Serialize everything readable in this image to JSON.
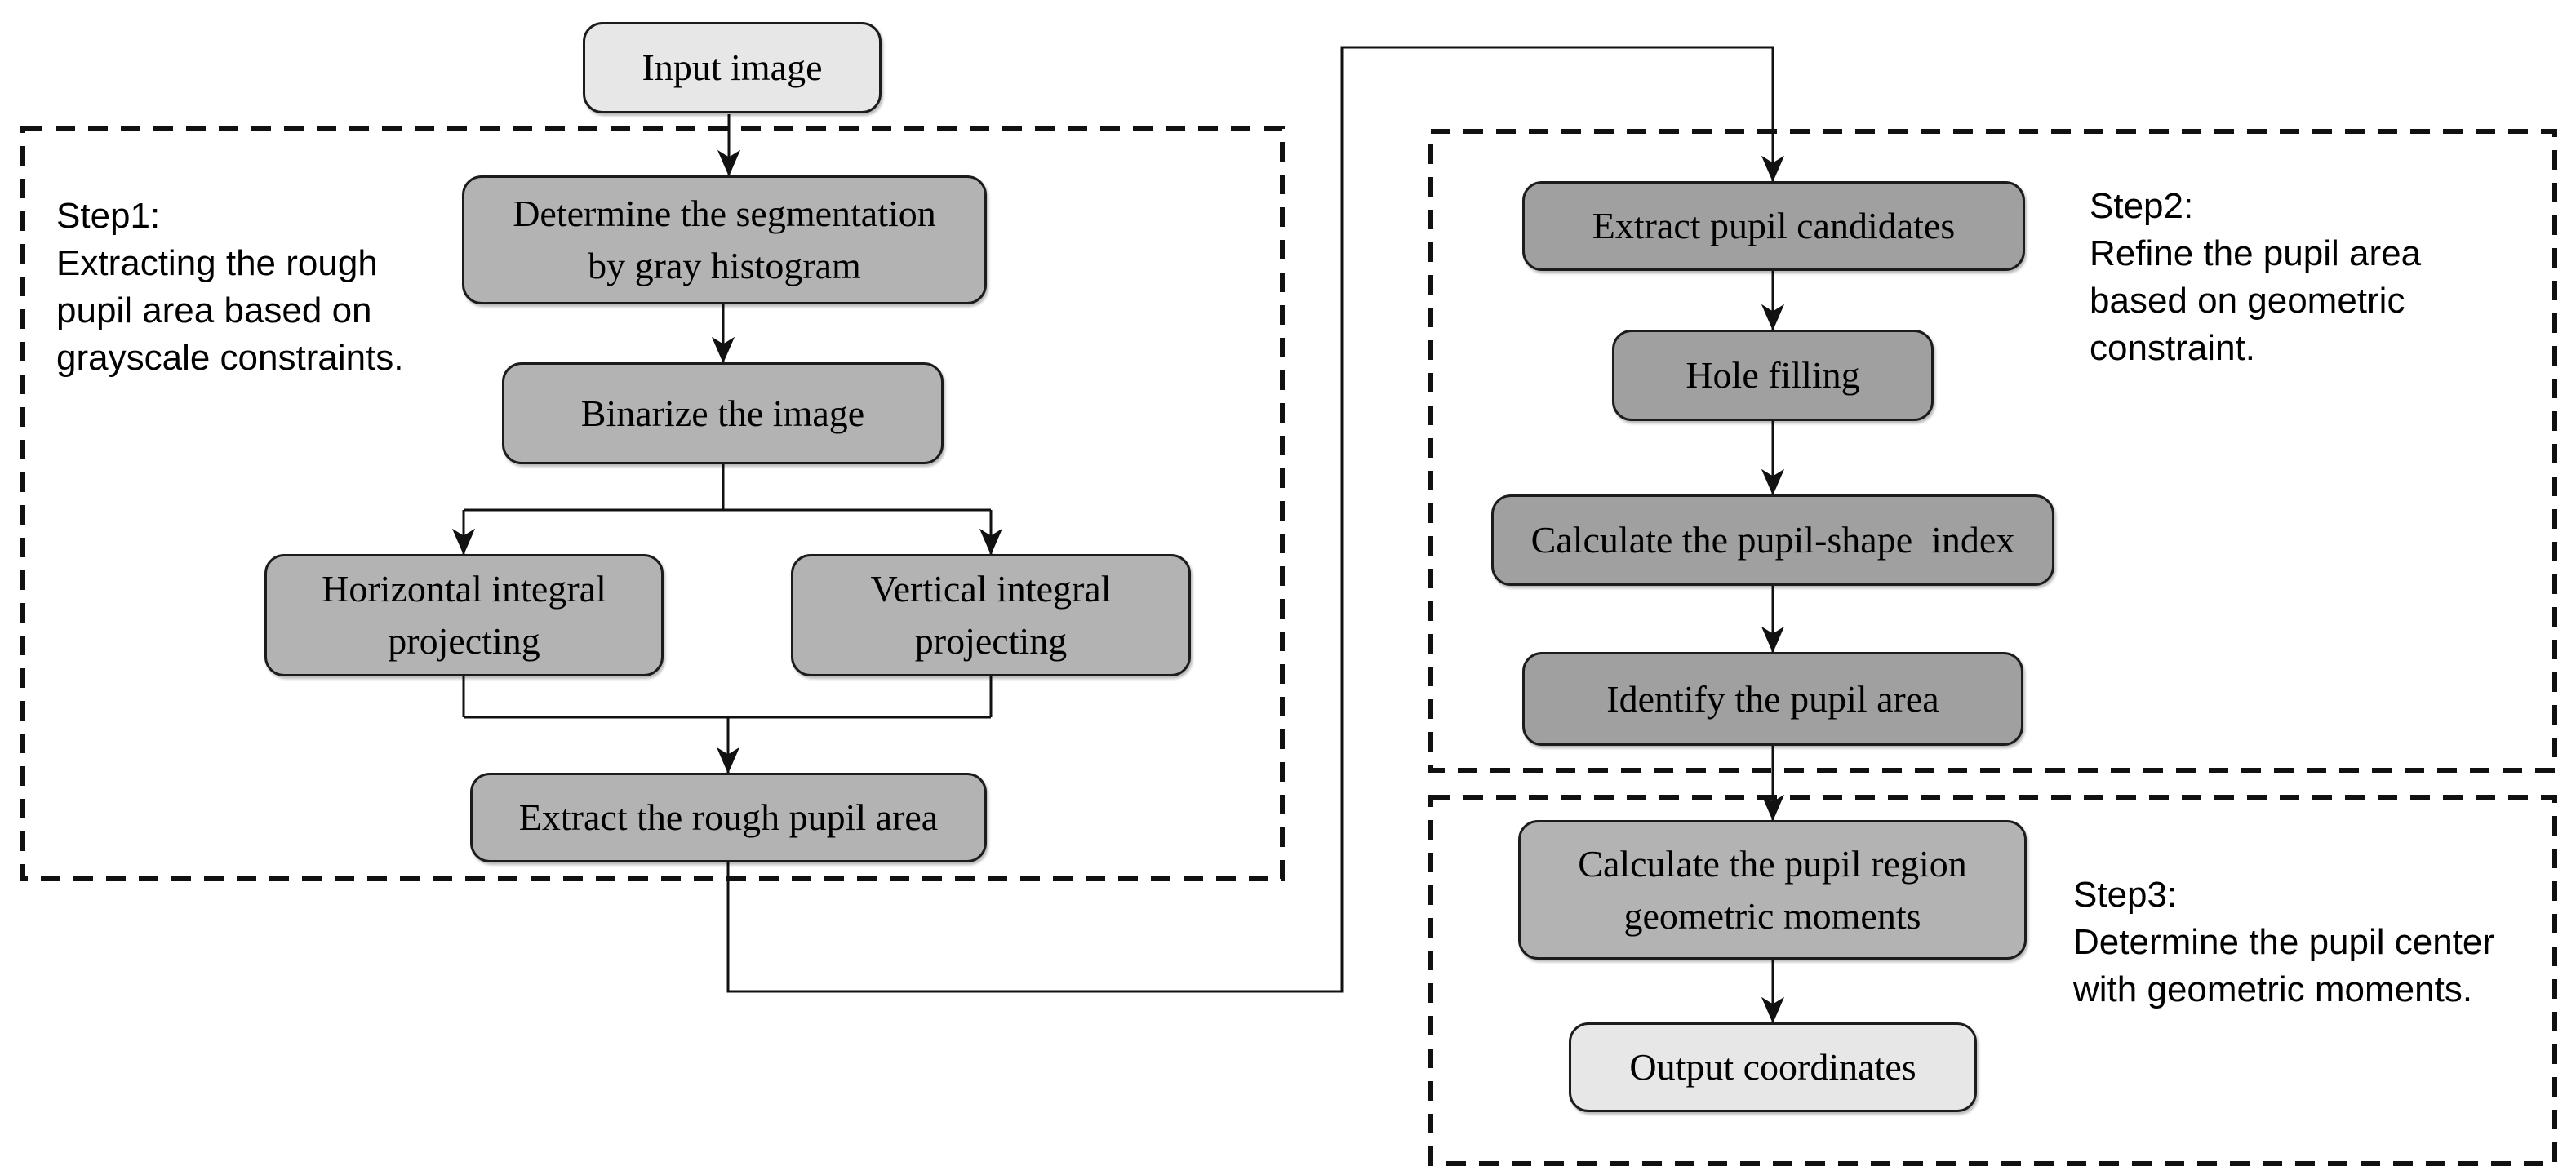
{
  "diagram": {
    "nodes": {
      "input_image": {
        "label": "Input image"
      },
      "determine_segmentation": {
        "label": "Determine the segmentation\nby gray histogram"
      },
      "binarize": {
        "label": "Binarize the image"
      },
      "horizontal_projecting": {
        "label": "Horizontal integral\nprojecting"
      },
      "vertical_projecting": {
        "label": "Vertical integral\nprojecting"
      },
      "extract_rough": {
        "label": "Extract the rough pupil area"
      },
      "extract_candidates": {
        "label": "Extract pupil candidates"
      },
      "hole_filling": {
        "label": "Hole filling"
      },
      "pupil_shape_index": {
        "label": "Calculate the pupil-shape  index"
      },
      "identify_pupil": {
        "label": "Identify the pupil area"
      },
      "geometric_moments": {
        "label": "Calculate the pupil region\ngeometric moments"
      },
      "output_coordinates": {
        "label": "Output coordinates"
      }
    },
    "steps": {
      "step1": {
        "label": "Step1:\nExtracting the rough\npupil area based on\ngrayscale constraints."
      },
      "step2": {
        "label": "Step2:\nRefine the pupil area\nbased on geometric\nconstraint."
      },
      "step3": {
        "label": "Step3:\nDetermine the pupil center\nwith geometric moments."
      }
    },
    "colors": {
      "node_light": "#e7e7e7",
      "node_medium": "#b3b3b3",
      "node_dark": "#a0a0a0",
      "stroke": "#1c1c1c"
    }
  }
}
